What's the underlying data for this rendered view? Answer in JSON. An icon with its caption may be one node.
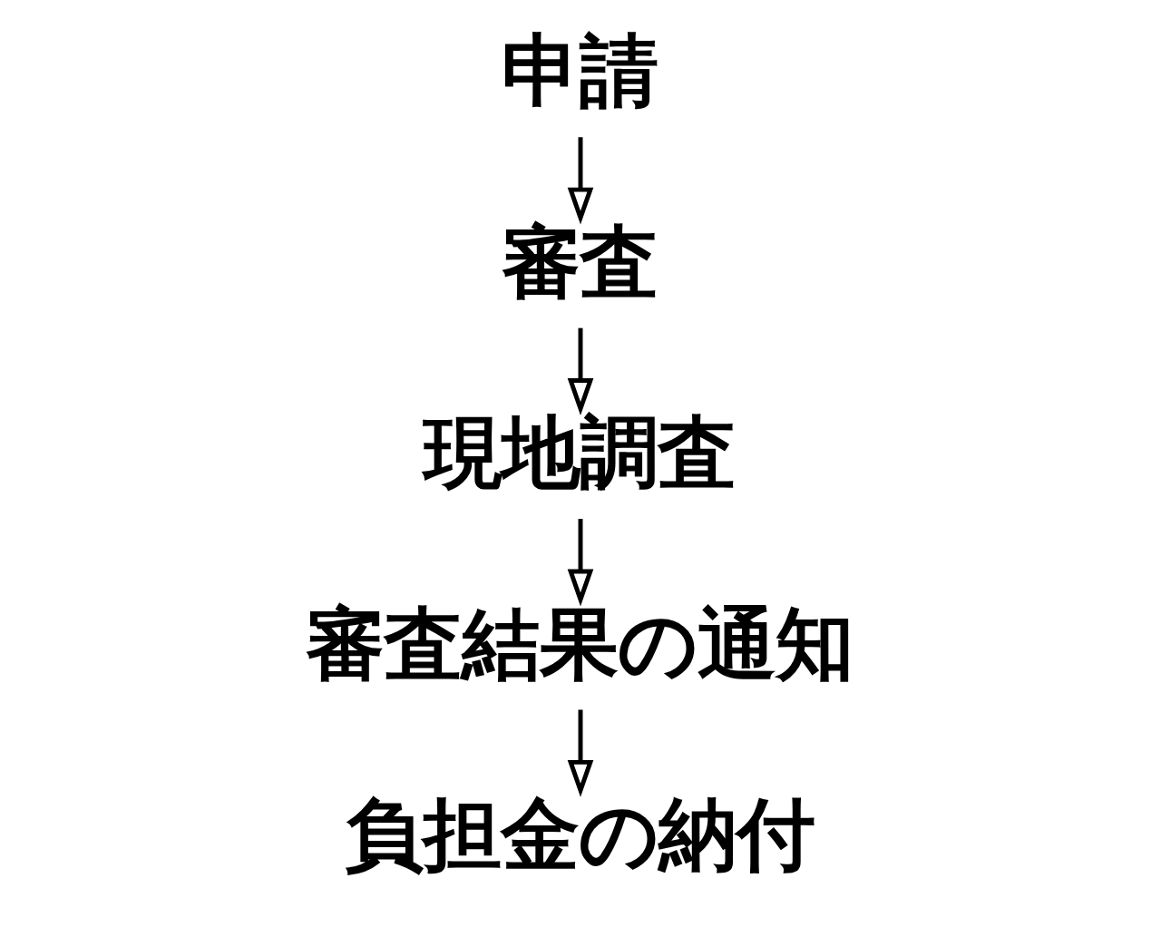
{
  "diagram": {
    "nodes": [
      {
        "text": [
          "申請"
        ]
      },
      {
        "text": [
          "審査"
        ]
      },
      {
        "text": [
          "現地調査"
        ]
      },
      {
        "text": [
          "審査結果の通知"
        ]
      },
      {
        "text": [
          "負担金の納付"
        ]
      }
    ],
    "edges": [
      {
        "from": 0,
        "to": 1,
        "arrow": "to"
      },
      {
        "from": 1,
        "to": 2,
        "arrow": "to"
      },
      {
        "from": 2,
        "to": 3,
        "arrow": "to"
      },
      {
        "from": 3,
        "to": 4,
        "arrow": "to"
      }
    ]
  }
}
